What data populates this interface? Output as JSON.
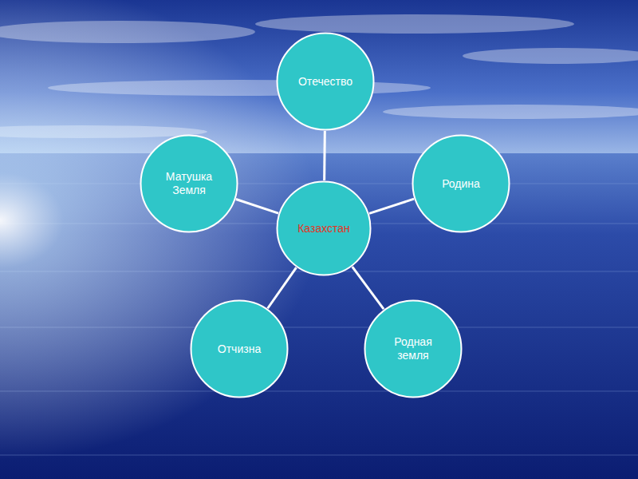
{
  "diagram": {
    "nodes": [
      {
        "text": [
          "Казахстан"
        ]
      },
      {
        "text": [
          "Отечество"
        ]
      },
      {
        "text": [
          "Родина"
        ]
      },
      {
        "text": [
          "Родная земля"
        ]
      },
      {
        "text": [
          "Отчизна"
        ]
      },
      {
        "text": [
          "Матушка Земля"
        ]
      }
    ],
    "edges": [
      {
        "from": 0,
        "to": 1,
        "arrow": "none"
      },
      {
        "from": 0,
        "to": 2,
        "arrow": "none"
      },
      {
        "from": 0,
        "to": 3,
        "arrow": "none"
      },
      {
        "from": 0,
        "to": 4,
        "arrow": "none"
      },
      {
        "from": 0,
        "to": 5,
        "arrow": "none"
      }
    ]
  }
}
